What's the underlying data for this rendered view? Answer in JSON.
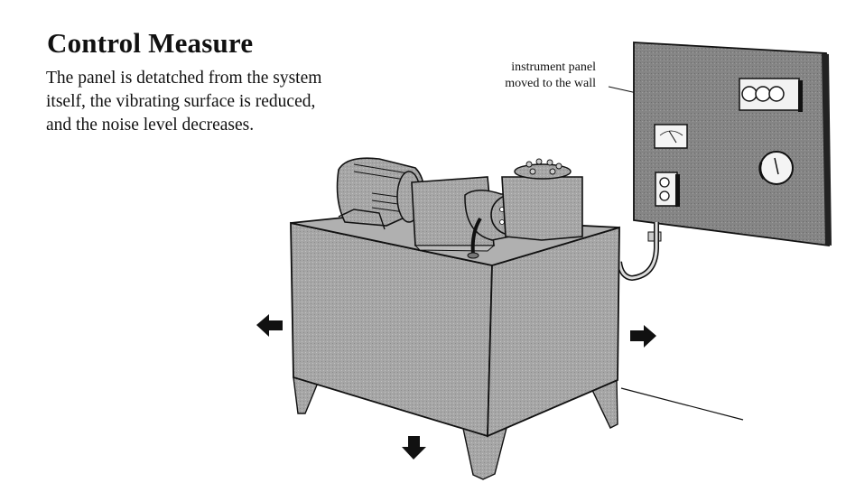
{
  "heading": {
    "title": "Control Measure",
    "description_lines": [
      "The panel is detatched from the system",
      "itself, the vibrating surface is reduced,",
      "and the noise level decreases."
    ]
  },
  "illustration": {
    "callout_lines": [
      "instrument panel",
      "moved to the wall"
    ],
    "parts": [
      "electric-motor",
      "coupling",
      "gear-box",
      "hydraulic-pump",
      "valve-block",
      "tank",
      "instrument-panel",
      "cable"
    ],
    "arrows": [
      "left",
      "right",
      "down"
    ],
    "colors": {
      "ink": "#111111",
      "panel_fill": "#8a8a8a",
      "tank_fill": "#a9a9a9",
      "machine_fill": "#a0a0a0",
      "background": "#ffffff"
    }
  }
}
